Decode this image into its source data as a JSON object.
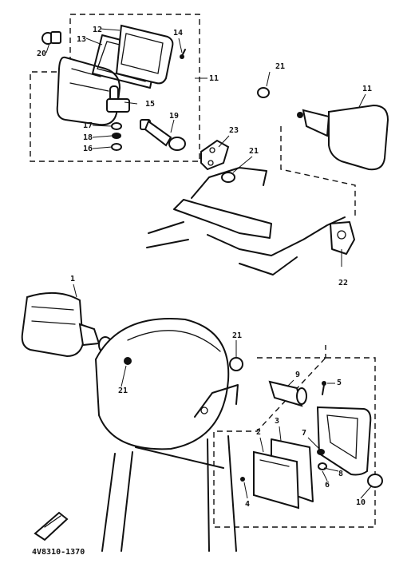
{
  "diagram": {
    "drawing_code": "4V8310-1370",
    "callouts": [
      {
        "id": "c12a",
        "text": "12"
      },
      {
        "id": "c13a",
        "text": "13"
      },
      {
        "id": "c14",
        "text": "14"
      },
      {
        "id": "c20",
        "text": "20"
      },
      {
        "id": "c11a",
        "text": "11"
      },
      {
        "id": "c15",
        "text": "15"
      },
      {
        "id": "c19",
        "text": "19"
      },
      {
        "id": "c17",
        "text": "17"
      },
      {
        "id": "c18",
        "text": "18"
      },
      {
        "id": "c16",
        "text": "16"
      },
      {
        "id": "c23",
        "text": "23"
      },
      {
        "id": "c21a",
        "text": "21"
      },
      {
        "id": "c21b",
        "text": "21"
      },
      {
        "id": "c11b",
        "text": "11"
      },
      {
        "id": "c22",
        "text": "22"
      },
      {
        "id": "c1",
        "text": "1"
      },
      {
        "id": "c21c",
        "text": "21"
      },
      {
        "id": "c21d",
        "text": "21"
      },
      {
        "id": "c9",
        "text": "9"
      },
      {
        "id": "c5",
        "text": "5"
      },
      {
        "id": "c3",
        "text": "3"
      },
      {
        "id": "c2",
        "text": "2"
      },
      {
        "id": "c7",
        "text": "7"
      },
      {
        "id": "c8",
        "text": "8"
      },
      {
        "id": "c6",
        "text": "6"
      },
      {
        "id": "c4",
        "text": "4"
      },
      {
        "id": "c10",
        "text": "10"
      }
    ]
  }
}
